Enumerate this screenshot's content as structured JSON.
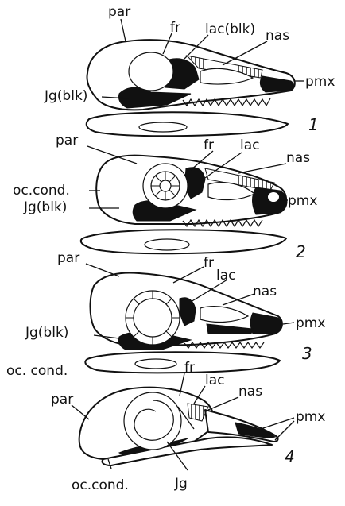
{
  "figure": {
    "skulls": [
      {
        "number": "1",
        "labels": {
          "par": "par",
          "fr": "fr",
          "lac": "lac(blk)",
          "nas": "nas",
          "pmx": "pmx",
          "jg": "Jg(blk)"
        }
      },
      {
        "number": "2",
        "labels": {
          "par": "par",
          "fr": "fr",
          "lac": "lac",
          "nas": "nas",
          "pmx": "pmx",
          "occ": "oc.cond.",
          "jg": "Jg(blk)"
        }
      },
      {
        "number": "3",
        "labels": {
          "par": "par",
          "fr": "fr",
          "lac": "lac",
          "nas": "nas",
          "pmx": "pmx",
          "jg": "Jg(blk)",
          "occ": "oc. cond."
        }
      },
      {
        "number": "4",
        "labels": {
          "par": "par",
          "fr": "fr",
          "lac": "lac",
          "nas": "nas",
          "pmx": "pmx",
          "occ": "oc.cond.",
          "jg": "Jg"
        }
      }
    ],
    "colors": {
      "ink": "#111111",
      "paper": "#ffffff"
    }
  }
}
